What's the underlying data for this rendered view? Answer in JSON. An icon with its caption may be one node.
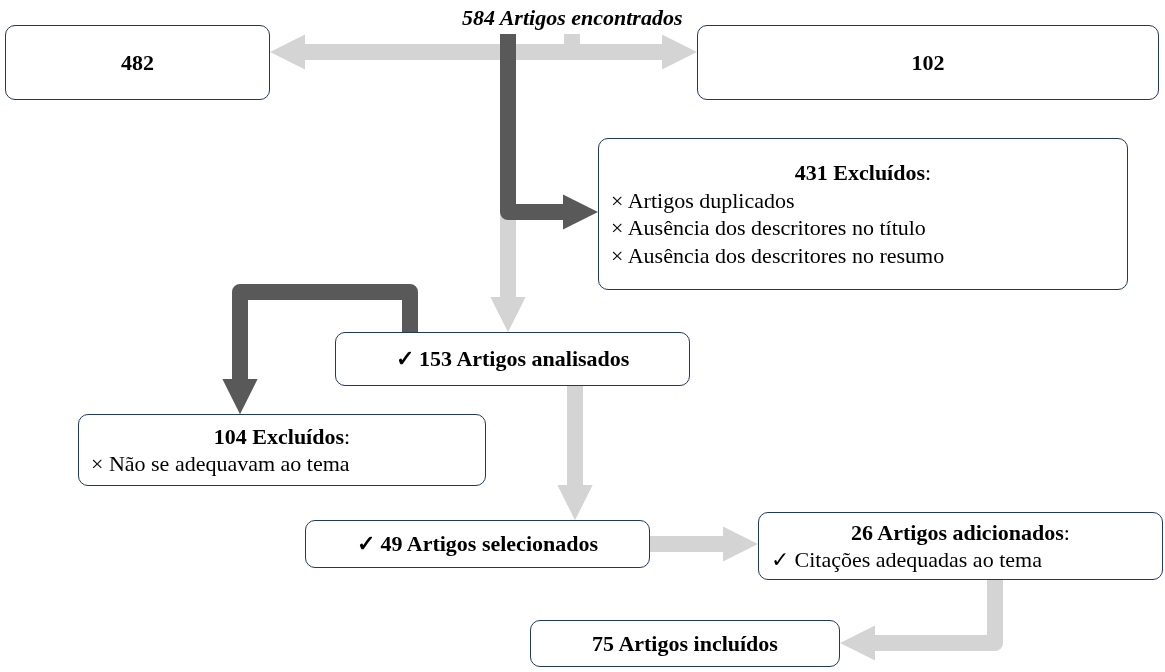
{
  "diagram": {
    "nodes": [
      {
        "text": [
          "584 Artigos encontrados"
        ]
      },
      {
        "text": [
          "482"
        ]
      },
      {
        "text": [
          "102"
        ]
      },
      {
        "text": [
          "**431 Excluídos**:",
          "× Artigos duplicados",
          "× Ausência dos descritores no título",
          "× Ausência dos descritores no resumo"
        ]
      },
      {
        "text": [
          "✓ 153 Artigos analisados"
        ]
      },
      {
        "text": [
          "**104 Excluídos**:",
          "× Não se adequavam ao tema"
        ]
      },
      {
        "text": [
          "✓ 49 Artigos selecionados"
        ]
      },
      {
        "text": [
          "**26 Artigos adicionados**:",
          "✓ Citações adequadas ao tema"
        ]
      },
      {
        "text": [
          "75 Artigos incluídos"
        ]
      }
    ],
    "edges": [
      {
        "from": 0,
        "to": 1,
        "arrow": "to"
      },
      {
        "from": 0,
        "to": 2,
        "arrow": "to"
      },
      {
        "from": 0,
        "to": 4,
        "arrow": "to"
      },
      {
        "from": 0,
        "to": 3,
        "arrow": "to",
        "color": "#595959"
      },
      {
        "from": 4,
        "to": 5,
        "arrow": "to",
        "color": "#595959"
      },
      {
        "from": 4,
        "to": 6,
        "arrow": "to"
      },
      {
        "from": 6,
        "to": 7,
        "arrow": "to"
      },
      {
        "from": 7,
        "to": 8,
        "arrow": "to"
      }
    ]
  }
}
